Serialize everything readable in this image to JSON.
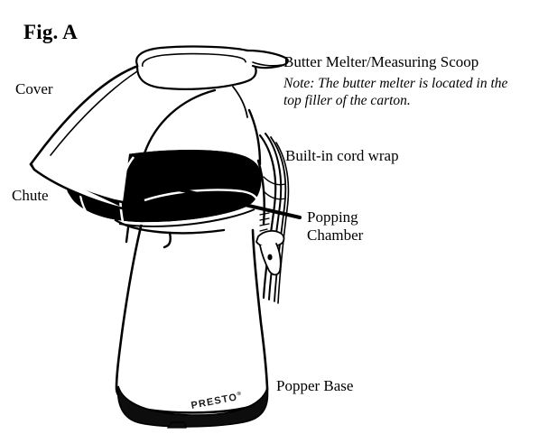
{
  "figure": {
    "title": "Fig. A",
    "product_brand": "PRESTO",
    "brand_symbol": "®"
  },
  "callouts": {
    "cover": "Cover",
    "chute": "Chute",
    "butter_melter": "Butter Melter/Measuring Scoop",
    "note": "Note: The butter melter is located in the\ntop filler of the carton.",
    "cord_wrap": "Built-in cord wrap",
    "popping_chamber_line1": "Popping",
    "popping_chamber_line2": "Chamber",
    "popper_base": "Popper Base"
  },
  "colors": {
    "ink": "#000000",
    "background": "#ffffff",
    "chamber_fill": "#000000",
    "base_fill": "#0d0d0d"
  }
}
